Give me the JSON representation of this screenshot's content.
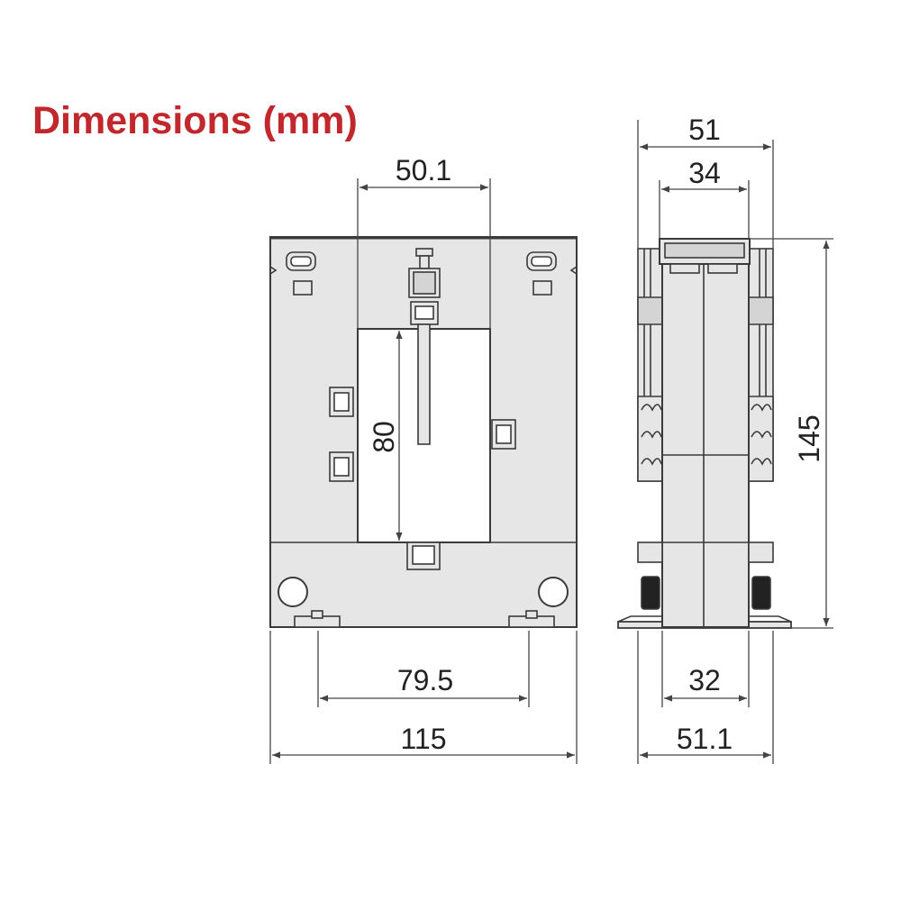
{
  "title": "Dimensions (mm)",
  "colors": {
    "title": "#c0282d",
    "body_fill": "#e6e6e6",
    "body_dark": "#d4d4d4",
    "outline": "#3a3a3a",
    "dimension_line": "#444444"
  },
  "front_view": {
    "window_width": "50.1",
    "window_height": "80",
    "mounting_hole_spacing": "79.5",
    "overall_width": "115"
  },
  "side_view": {
    "overall_depth": "51",
    "core_depth": "34",
    "overall_height": "145",
    "base_depth": "32",
    "foot_depth": "51.1"
  }
}
